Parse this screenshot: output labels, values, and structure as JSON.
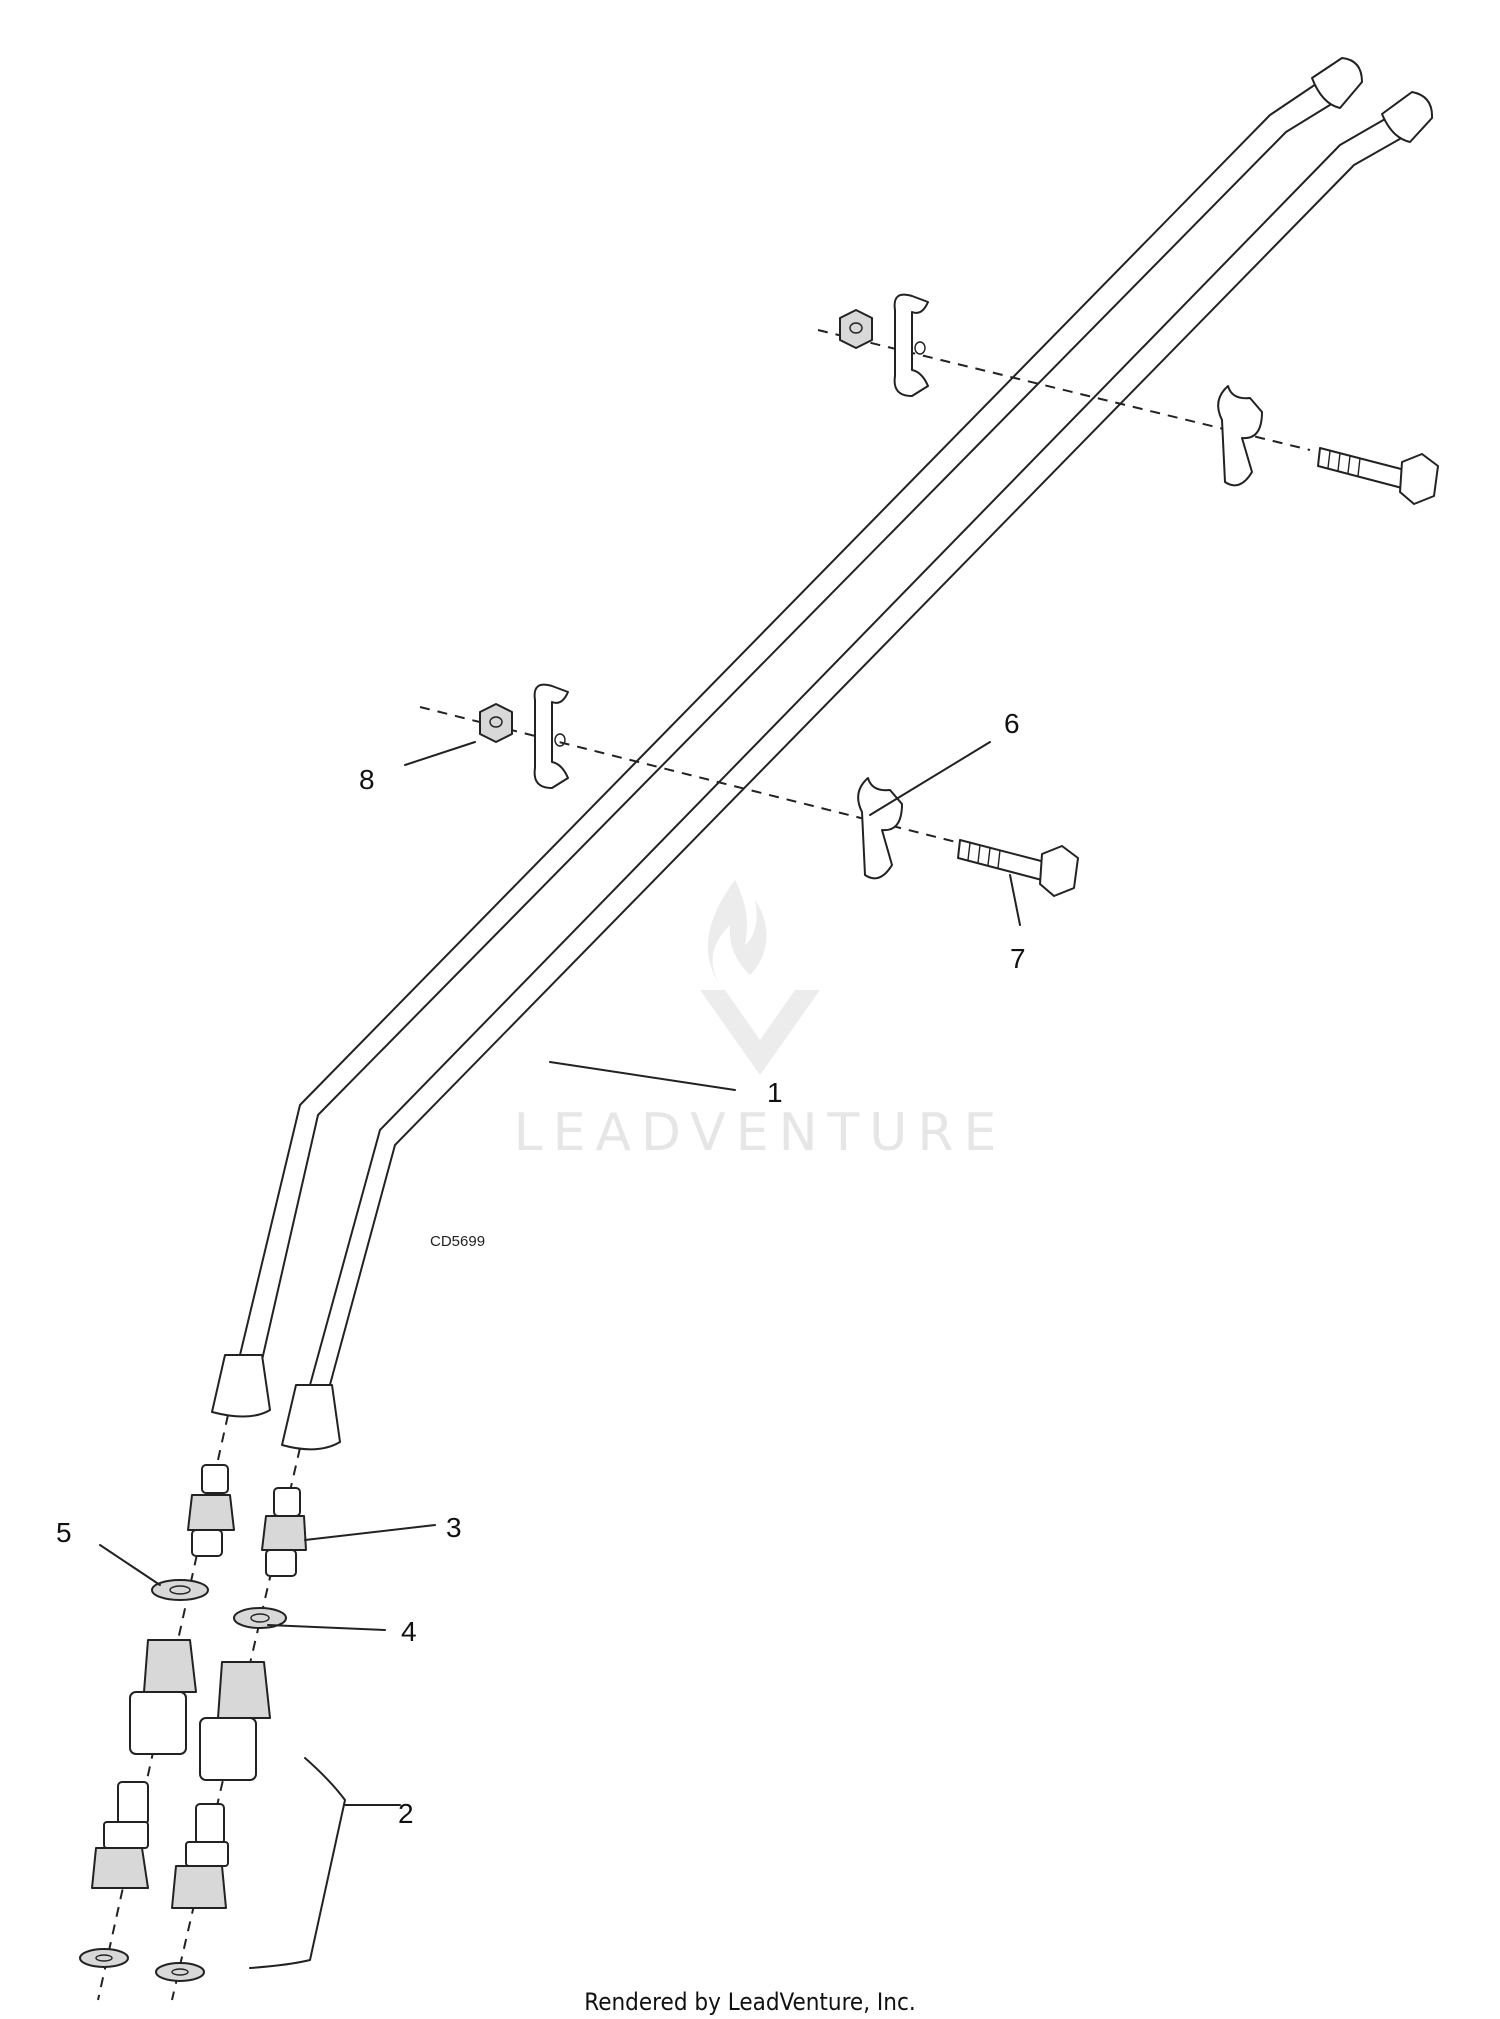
{
  "diagram": {
    "drawing_code": "CD5699",
    "watermark": "LEADVENTURE",
    "footer": "Rendered by LeadVenture, Inc.",
    "callouts": {
      "c1": "1",
      "c2": "2",
      "c3": "3",
      "c4": "4",
      "c5": "5",
      "c6": "6",
      "c7": "7",
      "c8": "8"
    }
  }
}
